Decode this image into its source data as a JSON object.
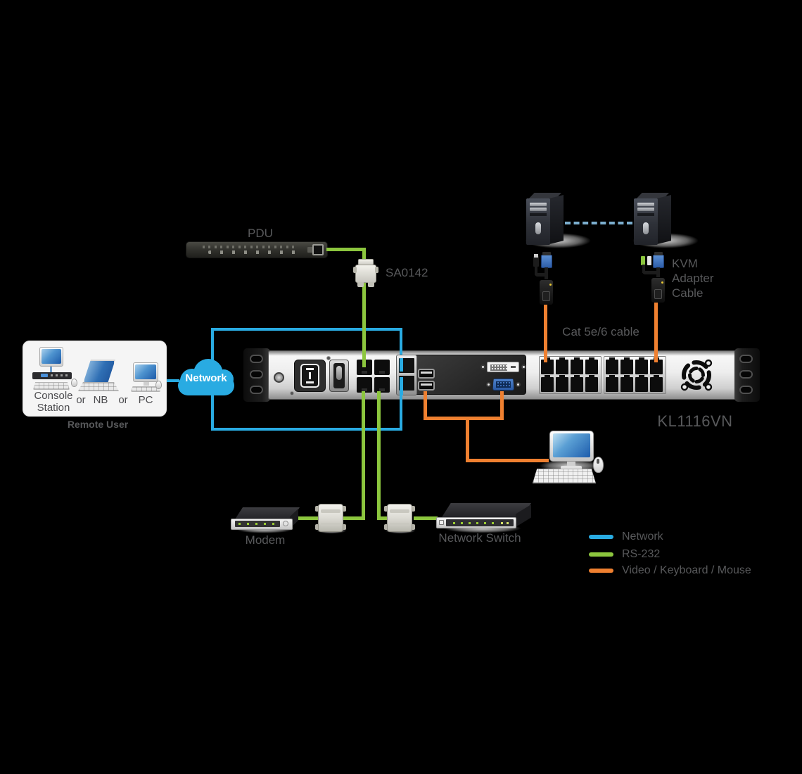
{
  "colors": {
    "network_blue": "#29ABE2",
    "rs232_green": "#8CC63E",
    "video_keyboard_mouse_orange": "#EF8030",
    "label_gray": "#58595B",
    "dashed_link_blue": "#7BAECE"
  },
  "labels": {
    "pdu": "PDU",
    "sa0142": "SA0142",
    "kvm_adapter_cable": [
      "KVM",
      "Adapter",
      "Cable"
    ],
    "cat_cable": "Cat 5e/6 cable",
    "model": "KL1116VN",
    "modem": "Modem",
    "network_switch": "Network Switch",
    "remote_user": "Remote User",
    "cloud": "Network",
    "console_station": [
      "Console",
      "Station"
    ],
    "or_first": "or",
    "nb": "NB",
    "or_second": "or",
    "pc": "PC"
  },
  "legend": {
    "items": [
      {
        "label": "Network",
        "color": "#29ABE2"
      },
      {
        "label": "RS-232",
        "color": "#8CC63E"
      },
      {
        "label": "Video / Keyboard / Mouse",
        "color": "#EF8030"
      }
    ]
  }
}
